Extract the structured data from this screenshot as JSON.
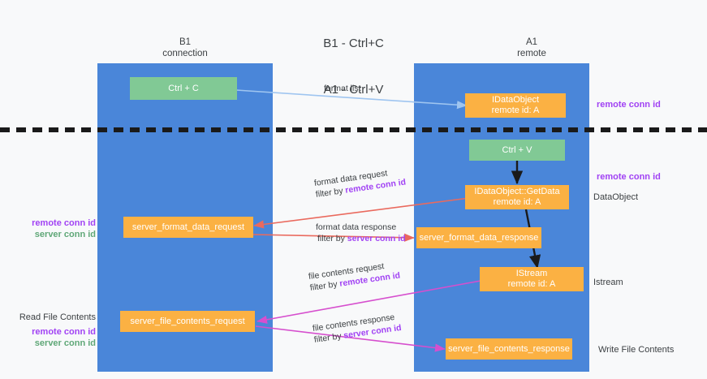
{
  "title": {
    "line1": "B1 - Ctrl+C",
    "line2": "A1 - Ctrl+V"
  },
  "columns": [
    {
      "name": "B1",
      "role": "connection"
    },
    {
      "name": "A1",
      "role": "remote"
    }
  ],
  "nodes": {
    "ctrl_c": "Ctrl + C",
    "ctrl_v": "Ctrl + V",
    "idataobject_line1": "IDataObject",
    "idataobject_line2": "remote id: A",
    "getdata_line1": "IDataObject::GetData",
    "getdata_line2": "remote id: A",
    "istream_line1": "IStream",
    "istream_line2": "remote id: A",
    "server_format_data_request": "server_format_data_request",
    "server_format_data_response": "server_format_data_response",
    "server_file_contents_request": "server_file_contents_request",
    "server_file_contents_response": "server_file_contents_response"
  },
  "edges": {
    "format_list": "format list",
    "format_data_request": "format data request",
    "format_data_request_filter_prefix": "filter by ",
    "format_data_request_filter_value": "remote conn id",
    "format_data_response": "format data response",
    "format_data_response_filter_prefix": "filter by ",
    "format_data_response_filter_value": "server conn id",
    "file_contents_request": "file contents request",
    "file_contents_request_filter_prefix": "filter by ",
    "file_contents_request_filter_value": "remote conn id",
    "file_contents_response": "file contents response",
    "file_contents_response_filter_prefix": "filter by ",
    "file_contents_response_filter_value": "server conn id"
  },
  "annotations": {
    "right_top_remote_conn_id": "remote conn id",
    "right_mid_remote_conn_id": "remote conn id",
    "right_dataobject": "DataObject",
    "right_istream": "Istream",
    "right_write_file_contents": "Write File Contents",
    "left_format_remote_conn_id": "remote conn id",
    "left_format_server_conn_id": "server conn id",
    "left_read_file_contents": "Read File Contents",
    "left_file_remote_conn_id": "remote conn id",
    "left_file_server_conn_id": "server conn id"
  },
  "colors": {
    "lane": "#4a86d9",
    "node_green": "#81c995",
    "node_orange": "#fbb143",
    "accent_purple": "#a142f4",
    "accent_green": "#5fa777",
    "arrow_blue": "#9fc5f0",
    "arrow_red": "#ea6a5e",
    "arrow_magenta": "#d64fce",
    "arrow_black": "#1a1a1a",
    "background": "#f8f9fa"
  }
}
